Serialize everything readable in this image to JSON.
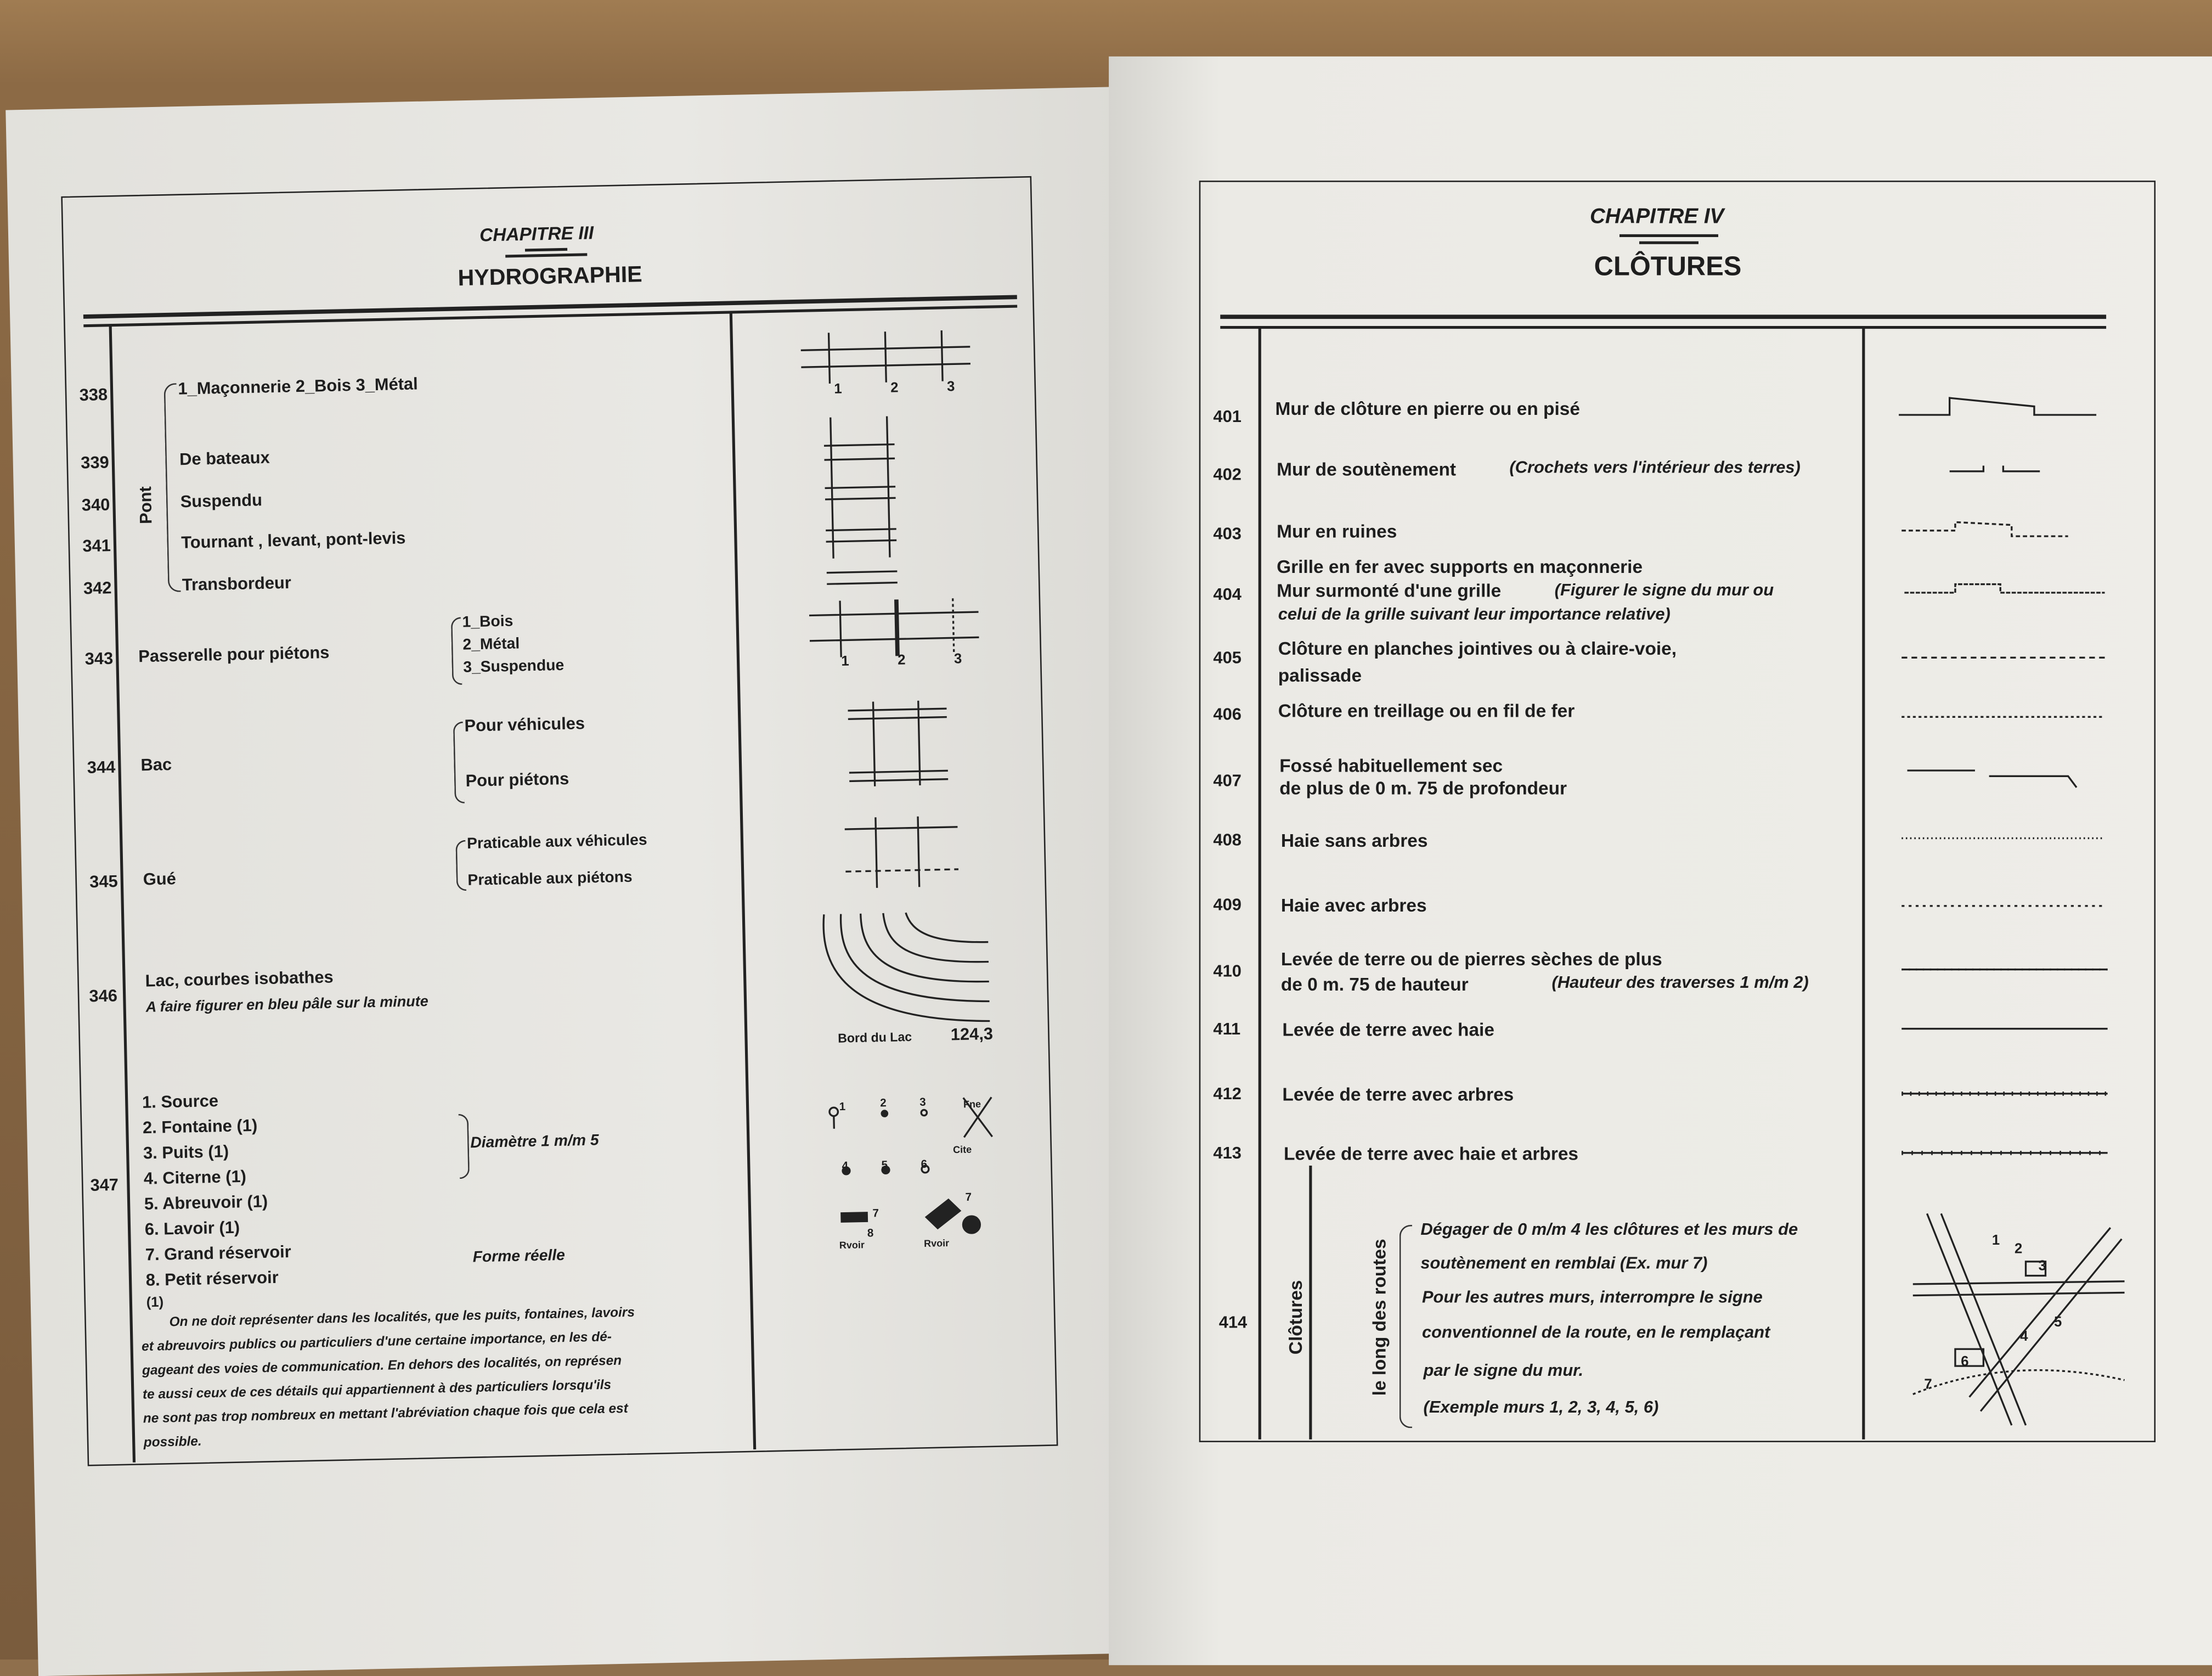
{
  "left_page": {
    "chapter": "CHAPITRE III",
    "title": "HYDROGRAPHIE",
    "pont_label": "Pont",
    "rows": [
      {
        "num": "338",
        "text": "1_Maçonnerie  2_Bois  3_Métal",
        "sym_labels": [
          "1",
          "2",
          "3"
        ]
      },
      {
        "num": "339",
        "text": "De bateaux"
      },
      {
        "num": "340",
        "text": "Suspendu"
      },
      {
        "num": "341",
        "text": "Tournant , levant,  pont-levis"
      },
      {
        "num": "342",
        "text": "Transbordeur"
      },
      {
        "num": "343",
        "text": "Passerelle pour piétons",
        "options": [
          "1_Bois",
          "2_Métal",
          "3_Suspendue"
        ],
        "sym_labels": [
          "1",
          "2",
          "3"
        ]
      },
      {
        "num": "344",
        "text": "Bac",
        "options": [
          "Pour véhicules",
          "Pour piétons"
        ]
      },
      {
        "num": "345",
        "text": "Gué",
        "options": [
          "Praticable aux véhicules",
          "Praticable aux piétons"
        ]
      },
      {
        "num": "346",
        "text": "Lac, courbes isobathes",
        "note": "A faire figurer en bleu pâle sur la minute",
        "sym_labels": [
          "Bord du Lac",
          "124,3"
        ]
      },
      {
        "num": "347",
        "items": [
          "1. Source",
          "2. Fontaine (1)",
          "3. Puits (1)",
          "4. Citerne (1)",
          "5. Abreuvoir (1)",
          "6. Lavoir (1)",
          "7. Grand réservoir",
          "8. Petit réservoir"
        ],
        "diam": "Diamètre 1 m/m 5",
        "forme": "Forme réelle",
        "sym_labels": [
          "1",
          "2",
          "3",
          "4",
          "5",
          "6",
          "7",
          "8",
          "7",
          "Fne",
          "Cite",
          "Rvoir",
          "Rvoir"
        ]
      }
    ],
    "footnote_mark": "(1)",
    "footnote_lines": [
      "On ne doit représenter  dans les localités,  que les puits, fontaines, lavoirs",
      "et  abreuvoirs publics  ou  particuliers d'une certaine importance, en les  dé-",
      "gageant  des voies  de communication.  En dehors  des  localités,  on représen",
      "te aussi  ceux  de ces  détails qui appartiennent à des particuliers  lorsqu'ils",
      "ne sont pas  trop nombreux en mettant l'abréviation chaque fois que cela  est",
      "possible."
    ]
  },
  "right_page": {
    "chapter": "CHAPITRE IV",
    "title": "CLÔTURES",
    "rows": [
      {
        "num": "401",
        "lines": [
          "Mur de clôture en pierre ou en pisé"
        ]
      },
      {
        "num": "402",
        "lines": [
          "Mur de soutènement"
        ],
        "italic": "(Crochets vers l'intérieur des terres)"
      },
      {
        "num": "403",
        "lines": [
          "Mur en ruines"
        ]
      },
      {
        "num": "404",
        "lines": [
          "Grille en fer avec supports en maçonnerie",
          "Mur surmonté d'une grille"
        ],
        "italic": "(Figurer le signe du mur ou",
        "italic2": "celui de la grille suivant leur importance relative)"
      },
      {
        "num": "405",
        "lines": [
          "Clôture en planches jointives ou à claire-voie,",
          "palissade"
        ]
      },
      {
        "num": "406",
        "lines": [
          "Clôture en treillage ou en fil de fer"
        ]
      },
      {
        "num": "407",
        "lines": [
          "Fossé  habituellement sec",
          "de plus de 0 m. 75 de profondeur"
        ]
      },
      {
        "num": "408",
        "lines": [
          "Haie sans arbres"
        ]
      },
      {
        "num": "409",
        "lines": [
          "Haie avec arbres"
        ]
      },
      {
        "num": "410",
        "lines": [
          "Levée de terre ou de pierres sèches de plus",
          "de 0 m. 75 de hauteur"
        ],
        "italic": "(Hauteur des traverses 1 m/m 2)"
      },
      {
        "num": "411",
        "lines": [
          "Levée de terre avec haie"
        ]
      },
      {
        "num": "412",
        "lines": [
          "Levée de terre avec arbres"
        ]
      },
      {
        "num": "413",
        "lines": [
          "Levée de terre avec haie et arbres"
        ]
      },
      {
        "num": "414",
        "side": [
          "Clôtures",
          "le long des routes"
        ],
        "italic_lines": [
          "Dégager de 0 m/m 4 les clôtures et les murs de",
          "soutènement en remblai (Ex. mur 7)",
          "Pour les autres murs,  interrompre le  signe",
          "conventionnel  de la  route, en  le remplaçant",
          "par le signe du mur.",
          "(Exemple murs 1, 2, 3,  4, 5, 6)"
        ],
        "sym_labels": [
          "1",
          "2",
          "3",
          "4",
          "5",
          "6",
          "7"
        ]
      }
    ]
  }
}
